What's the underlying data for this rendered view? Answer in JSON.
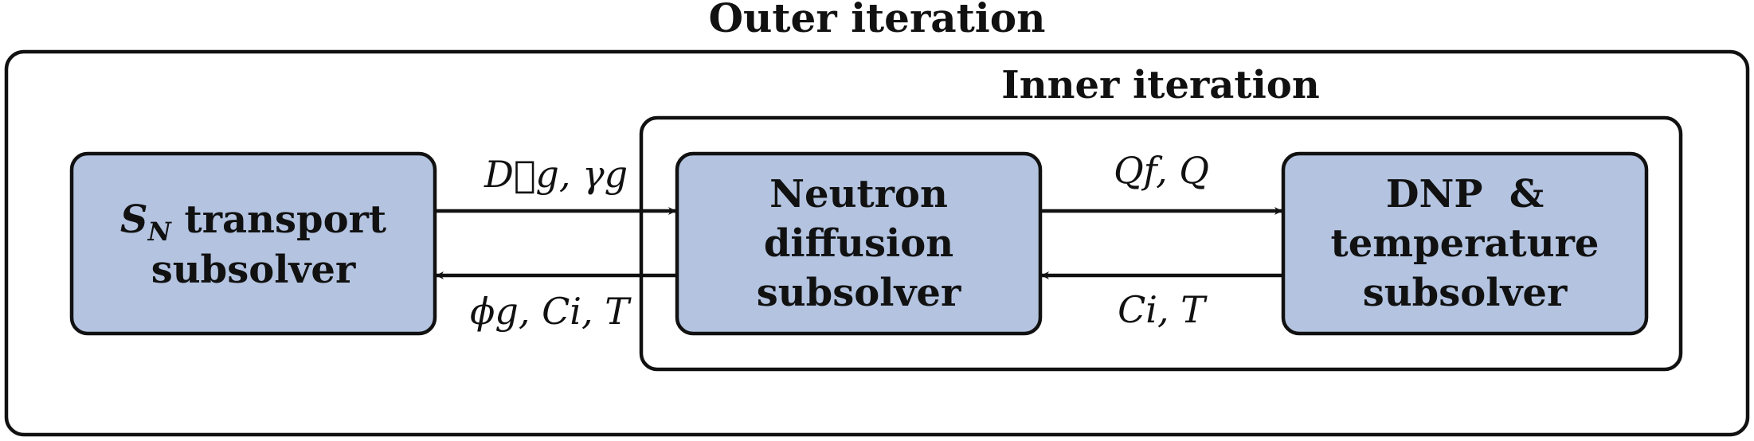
{
  "outer": {
    "title": "Outer iteration"
  },
  "inner": {
    "title": "Inner iteration"
  },
  "nodes": {
    "sn": {
      "symbol": "S",
      "subscript": "N",
      "line1_rest": " transport",
      "line2": "subsolver"
    },
    "neutron": {
      "line1": "Neutron",
      "line2": "diffusion",
      "line3": "subsolver"
    },
    "dnp": {
      "line1": "DNP  &",
      "line2": "temperature",
      "line3": "subsolver"
    }
  },
  "edges": {
    "sn_to_neutron": {
      "label": "D⃗g, γg"
    },
    "neutron_to_sn": {
      "label": "ϕg, Ci, T"
    },
    "neutron_to_dnp": {
      "label": "Qf, Q"
    },
    "dnp_to_neutron": {
      "label": "Ci, T"
    }
  },
  "colors": {
    "node_fill": "#b3c3e0",
    "stroke": "#111111"
  }
}
